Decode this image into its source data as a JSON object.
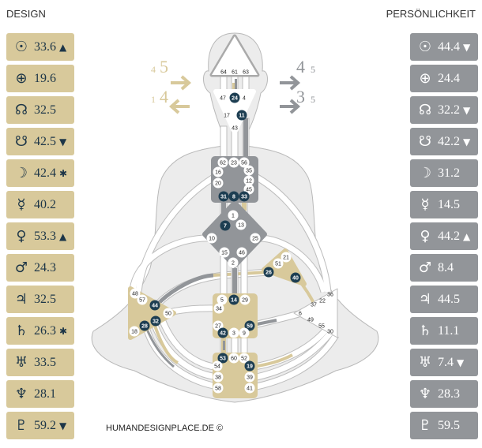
{
  "design": {
    "title": "DESIGN",
    "planets": [
      {
        "name": "sun",
        "symbol": "☉",
        "value": "33.6",
        "marker": "▲"
      },
      {
        "name": "earth",
        "symbol": "⊕",
        "value": "19.6",
        "marker": ""
      },
      {
        "name": "north-node",
        "symbol": "☊",
        "value": "32.5",
        "marker": ""
      },
      {
        "name": "south-node",
        "symbol": "☋",
        "value": "42.5",
        "marker": "▼"
      },
      {
        "name": "moon",
        "symbol": "☽",
        "value": "42.4",
        "marker": "✱"
      },
      {
        "name": "mercury",
        "symbol": "☿",
        "value": "40.2",
        "marker": ""
      },
      {
        "name": "venus",
        "symbol": "♀",
        "value": "53.3",
        "marker": "▲"
      },
      {
        "name": "mars",
        "symbol": "♂",
        "value": "24.3",
        "marker": ""
      },
      {
        "name": "jupiter",
        "symbol": "♃",
        "value": "32.5",
        "marker": ""
      },
      {
        "name": "saturn",
        "symbol": "♄",
        "value": "26.3",
        "marker": "✱"
      },
      {
        "name": "uranus",
        "symbol": "♅",
        "value": "33.5",
        "marker": ""
      },
      {
        "name": "neptune",
        "symbol": "♆",
        "value": "28.1",
        "marker": ""
      },
      {
        "name": "pluto",
        "symbol": "♇",
        "value": "59.2",
        "marker": "▼"
      }
    ],
    "variables": {
      "top_big": "5",
      "top_small": "4",
      "bottom_big": "4",
      "bottom_small": "1"
    }
  },
  "personality": {
    "title": "PERSÖNLICHKEIT",
    "planets": [
      {
        "name": "sun",
        "symbol": "☉",
        "value": "44.4",
        "marker": "▼"
      },
      {
        "name": "earth",
        "symbol": "⊕",
        "value": "24.4",
        "marker": ""
      },
      {
        "name": "north-node",
        "symbol": "☊",
        "value": "32.2",
        "marker": "▼"
      },
      {
        "name": "south-node",
        "symbol": "☋",
        "value": "42.2",
        "marker": "▼"
      },
      {
        "name": "moon",
        "symbol": "☽",
        "value": "31.2",
        "marker": ""
      },
      {
        "name": "mercury",
        "symbol": "☿",
        "value": "14.5",
        "marker": ""
      },
      {
        "name": "venus",
        "symbol": "♀",
        "value": "44.2",
        "marker": "▲"
      },
      {
        "name": "mars",
        "symbol": "♂",
        "value": "8.4",
        "marker": ""
      },
      {
        "name": "jupiter",
        "symbol": "♃",
        "value": "44.5",
        "marker": ""
      },
      {
        "name": "saturn",
        "symbol": "♄",
        "value": "11.1",
        "marker": ""
      },
      {
        "name": "uranus",
        "symbol": "♅",
        "value": "7.4",
        "marker": "▼"
      },
      {
        "name": "neptune",
        "symbol": "♆",
        "value": "28.3",
        "marker": ""
      },
      {
        "name": "pluto",
        "symbol": "♇",
        "value": "59.5",
        "marker": ""
      }
    ],
    "variables": {
      "top_big": "4",
      "top_small": "5",
      "bottom_big": "3",
      "bottom_small": "5"
    }
  },
  "colors": {
    "design": "#d8c99b",
    "personality": "#929599",
    "active_gate": "#1d3e52"
  },
  "gates": {
    "head": [
      "64",
      "61",
      "63"
    ],
    "ajna": [
      [
        "47",
        false
      ],
      [
        "24",
        true
      ],
      [
        "4",
        false
      ],
      [
        "17",
        false
      ],
      [
        "11",
        true
      ],
      [
        "43",
        false
      ]
    ],
    "throat": [
      [
        "62",
        false
      ],
      [
        "23",
        false
      ],
      [
        "56",
        false
      ],
      [
        "16",
        false
      ],
      [
        "35",
        false
      ],
      [
        "20",
        false
      ],
      [
        "12",
        false
      ],
      [
        "45",
        false
      ],
      [
        "31",
        true
      ],
      [
        "8",
        true
      ],
      [
        "33",
        true
      ]
    ],
    "g": [
      [
        "1",
        false
      ],
      [
        "7",
        true
      ],
      [
        "13",
        false
      ],
      [
        "10",
        false
      ],
      [
        "25",
        false
      ],
      [
        "15",
        false
      ],
      [
        "46",
        false
      ],
      [
        "2",
        false
      ]
    ],
    "heart": [
      [
        "21",
        false
      ],
      [
        "51",
        false
      ],
      [
        "26",
        true
      ],
      [
        "40",
        true
      ]
    ],
    "spleen": [
      [
        "48",
        false
      ],
      [
        "57",
        false
      ],
      [
        "44",
        true
      ],
      [
        "50",
        false
      ],
      [
        "32",
        true
      ],
      [
        "28",
        true
      ],
      [
        "18",
        false
      ]
    ],
    "sacral": [
      [
        "5",
        false
      ],
      [
        "14",
        true
      ],
      [
        "29",
        false
      ],
      [
        "34",
        false
      ],
      [
        "27",
        false
      ],
      [
        "59",
        true
      ],
      [
        "42",
        true
      ],
      [
        "3",
        false
      ],
      [
        "9",
        false
      ]
    ],
    "solar": [
      "36",
      "22",
      "37",
      "6",
      "49",
      "55",
      "30"
    ],
    "root": [
      [
        "53",
        true
      ],
      [
        "60",
        false
      ],
      [
        "52",
        false
      ],
      [
        "54",
        false
      ],
      [
        "19",
        true
      ],
      [
        "38",
        false
      ],
      [
        "39",
        false
      ],
      [
        "58",
        false
      ],
      [
        "41",
        false
      ]
    ]
  },
  "credit": "HUMANDESIGNPLACE.DE ©"
}
